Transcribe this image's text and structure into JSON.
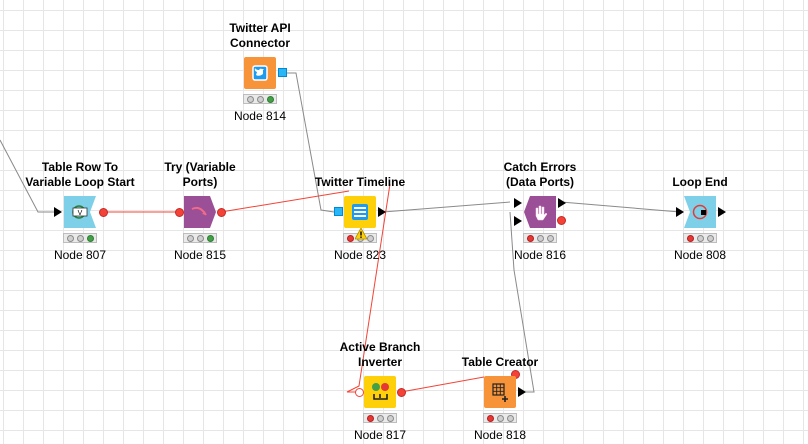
{
  "nodes": [
    {
      "id": "twitter-api-connector",
      "title": "Twitter API\nConnector",
      "label": "Node 814",
      "type": "source",
      "color": "#f7943a",
      "status": [
        "off",
        "off",
        "green"
      ]
    },
    {
      "id": "table-row-to-variable-loop-start",
      "title": "Table Row To\nVariable Loop Start",
      "label": "Node 807",
      "type": "loop-start",
      "color": "#7ed0e8",
      "status": [
        "off",
        "off",
        "green"
      ]
    },
    {
      "id": "try-variable-ports",
      "title": "Try (Variable\nPorts)",
      "label": "Node 815",
      "type": "try",
      "color": "#9a4f96",
      "status": [
        "off",
        "off",
        "green"
      ]
    },
    {
      "id": "twitter-timeline",
      "title": "Twitter Timeline",
      "label": "Node 823",
      "type": "manipulator",
      "color": "#fdd00a",
      "status": [
        "red",
        "off",
        "off"
      ],
      "warning": true
    },
    {
      "id": "catch-errors-data-ports",
      "title": "Catch Errors\n(Data Ports)",
      "label": "Node 816",
      "type": "catch",
      "color": "#9a4f96",
      "status": [
        "red",
        "off",
        "off"
      ]
    },
    {
      "id": "loop-end",
      "title": "Loop End",
      "label": "Node 808",
      "type": "loop-end",
      "color": "#7ed0e8",
      "status": [
        "red",
        "off",
        "off"
      ]
    },
    {
      "id": "active-branch-inverter",
      "title": "Active Branch\nInverter",
      "label": "Node 817",
      "type": "inverter",
      "color": "#fdd00a",
      "status": [
        "red",
        "off",
        "off"
      ]
    },
    {
      "id": "table-creator",
      "title": "Table Creator",
      "label": "Node 818",
      "type": "source",
      "color": "#f7943a",
      "status": [
        "red",
        "off",
        "off"
      ]
    }
  ],
  "icons": {
    "twitter-api-connector": "twitter-bird-icon",
    "table-row-to-variable-loop-start": "variable-loop-start-icon",
    "try-variable-ports": "try-icon",
    "twitter-timeline": "timeline-list-icon",
    "catch-errors-data-ports": "catch-hand-icon",
    "loop-end": "loop-end-icon",
    "active-branch-inverter": "branch-inverter-icon",
    "table-creator": "table-creator-icon"
  },
  "colors": {
    "variable_connection": "#f44336",
    "data_connection": "#8a8a8a",
    "grid": "#e6e6e6"
  }
}
